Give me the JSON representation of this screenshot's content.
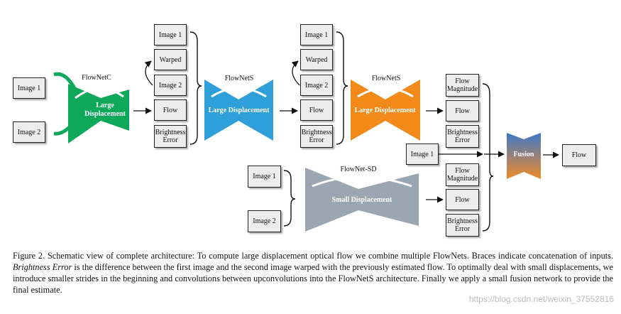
{
  "figure": {
    "net1": {
      "title": "FlowNetC",
      "label_line1": "Large",
      "label_line2": "Displacement",
      "color": "#0fa85a"
    },
    "net2": {
      "title": "FlowNetS",
      "label": "Large Displacement",
      "color": "#2e9fd8"
    },
    "net3": {
      "title": "FlowNetS",
      "label": "Large Displacement",
      "color": "#f28a1a"
    },
    "net4": {
      "title": "FlowNet-SD",
      "label": "Small Displacement",
      "color": "#9aa7b2"
    },
    "fusion": {
      "label": "Fusion",
      "color_top": "#3d78c8",
      "color_bottom": "#f08a2a"
    },
    "boxes": {
      "in1_img1": "Image 1",
      "in1_img2": "Image 2",
      "c1_img1": "Image 1",
      "c1_warped": "Warped",
      "c1_img2": "Image 2",
      "c1_flow": "Flow",
      "c1_brightness_1": "Brightness",
      "c1_brightness_2": "Error",
      "c2_img1": "Image 1",
      "c2_warped": "Warped",
      "c2_img2": "Image 2",
      "c2_flow": "Flow",
      "c2_brightness_1": "Brightness",
      "c2_brightness_2": "Error",
      "out_mag_1": "Flow",
      "out_mag_2": "Magnitude",
      "out_flow": "Flow",
      "out_brightness_1": "Brightness",
      "out_brightness_2": "Error",
      "mid_img1": "Image 1",
      "sd_mag_1": "Flow",
      "sd_mag_2": "Magnitude",
      "sd_flow": "Flow",
      "sd_brightness_1": "Brightness",
      "sd_brightness_2": "Error",
      "sd_img1": "Image 1",
      "sd_img2": "Image 2",
      "final_flow": "Flow"
    }
  },
  "caption": {
    "part1": "Figure 2. Schematic view of complete architecture: To compute large displacement optical flow we combine multiple FlowNets. Braces indicate concatenation of inputs. ",
    "italic": "Brightness Error",
    "part2": " is the difference between the first image and the second image warped with the previously estimated flow. To optimally deal with small displacements, we introduce smaller strides in the beginning and convolutions between upconvolutions into the FlowNetS architecture. Finally we apply a small fusion network to provide the final estimate."
  },
  "watermark": "https://blog.csdn.net/weixin_37552816"
}
